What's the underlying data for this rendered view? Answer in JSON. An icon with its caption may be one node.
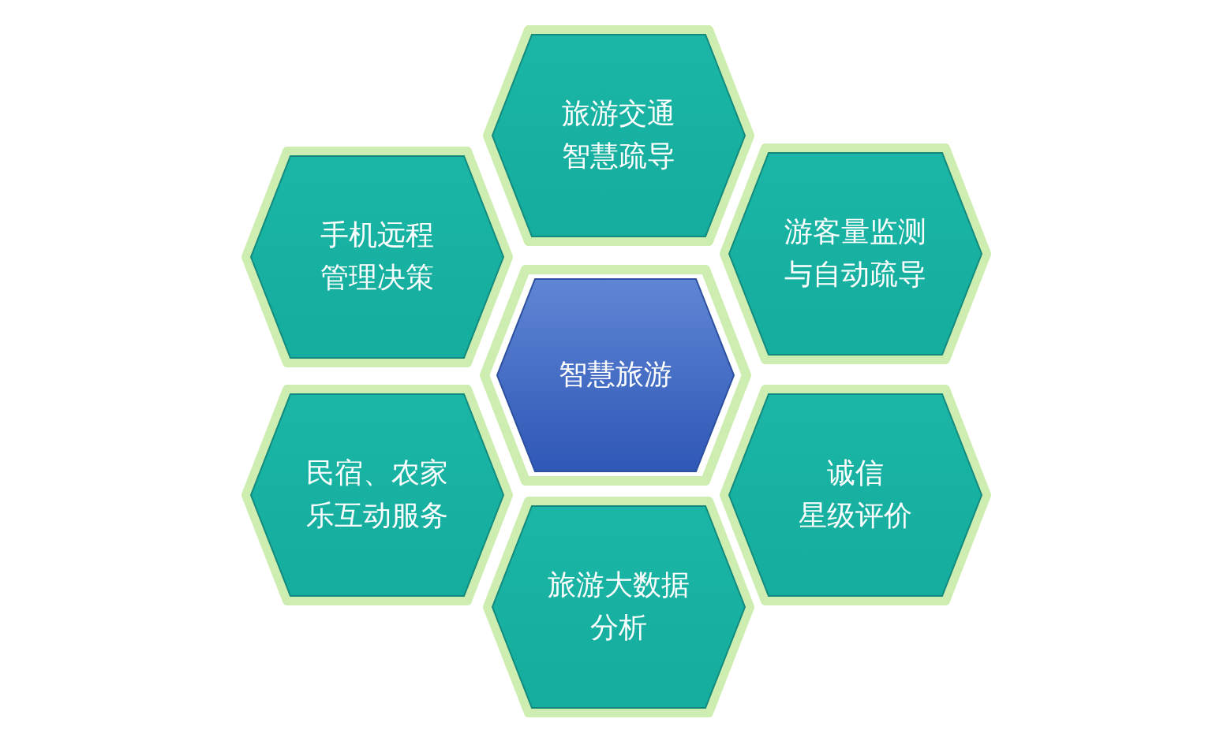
{
  "diagram": {
    "nodes": [
      {
        "text": [
          "旅游交通智慧疏导"
        ]
      },
      {
        "text": [
          "手机远程管理决策"
        ]
      },
      {
        "text": [
          "游客量监测与自动疏导"
        ]
      },
      {
        "text": [
          "智慧旅游"
        ]
      },
      {
        "text": [
          "民宿、农家乐互动服务"
        ]
      },
      {
        "text": [
          "诚信星级评价"
        ]
      },
      {
        "text": [
          "旅游大数据分析"
        ]
      }
    ]
  }
}
